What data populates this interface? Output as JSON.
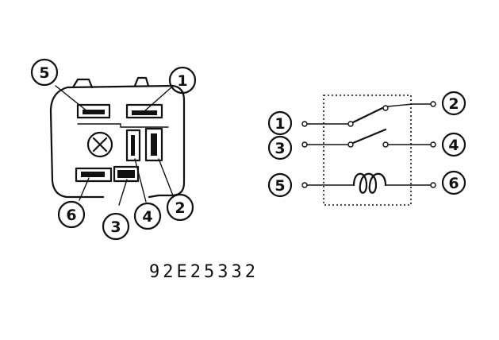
{
  "connector_view": {
    "pin_labels": [
      "5",
      "1",
      "6",
      "3",
      "4",
      "2"
    ]
  },
  "schematic": {
    "left_labels": [
      "1",
      "3",
      "5"
    ],
    "right_labels": [
      "2",
      "4",
      "6"
    ]
  },
  "figure_code": "92E25332"
}
